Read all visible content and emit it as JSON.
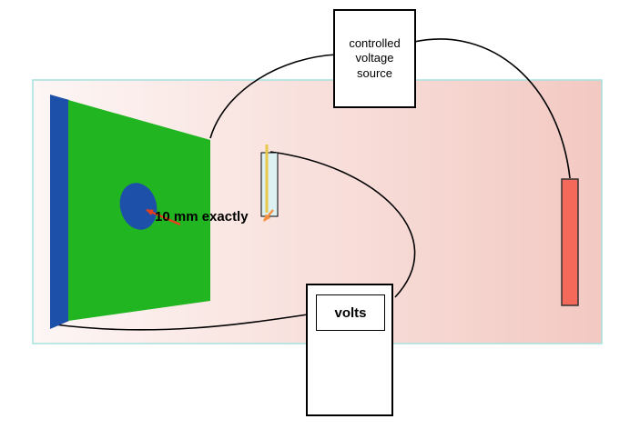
{
  "labels": {
    "voltage_source": "controlled voltage source",
    "meter": "volts",
    "distance_annotation": "10 mm exactly"
  },
  "colors": {
    "region_fill_left": "#fdf6f5",
    "region_fill_right": "#f3c9c2",
    "region_border": "#a5e2e0",
    "panel_green": "#21b521",
    "electrode_blue": "#1d50a8",
    "hole_blue": "#1d50a8",
    "electrode_red": "#f4695a",
    "electrode_red_border": "#333333",
    "wire": "#000000",
    "annotation_arrow": "#e2401e",
    "probe_tip_arrow": "#f59140",
    "probe_body": "#ddf1f3",
    "probe_strip": "#e8c84a",
    "probe_border": "#000000"
  }
}
